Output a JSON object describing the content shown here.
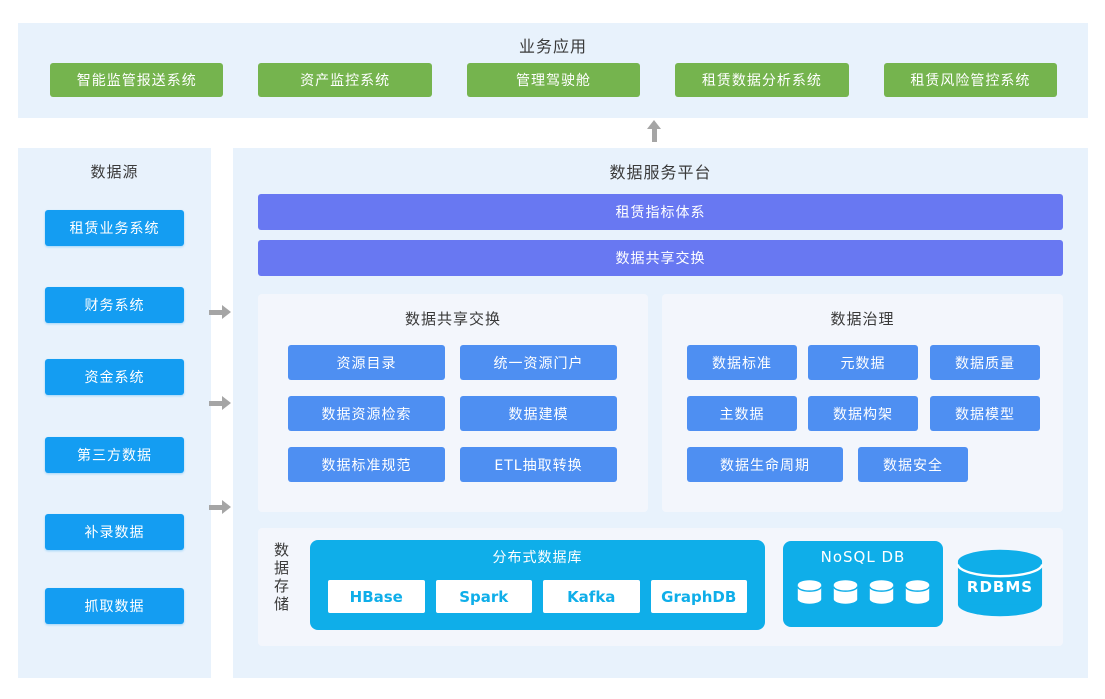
{
  "top_panel": {
    "title": "业务应用",
    "apps": [
      "智能监管报送系统",
      "资产监控系统",
      "管理驾驶舱",
      "租赁数据分析系统",
      "租赁风险管控系统"
    ]
  },
  "datasources": {
    "title": "数据源",
    "items": [
      "租赁业务系统",
      "财务系统",
      "资金系统",
      "第三方数据",
      "补录数据",
      "抓取数据"
    ]
  },
  "platform": {
    "title": "数据服务平台",
    "bars": [
      "租赁指标体系",
      "数据共享交换"
    ],
    "sharing": {
      "title": "数据共享交换",
      "items": [
        "资源目录",
        "统一资源门户",
        "数据资源检索",
        "数据建模",
        "数据标准规范",
        "ETL抽取转换"
      ]
    },
    "governance": {
      "title": "数据治理",
      "items": [
        "数据标准",
        "元数据",
        "数据质量",
        "主数据",
        "数据构架",
        "数据模型",
        "数据生命周期",
        "数据安全"
      ]
    },
    "storage": {
      "title": "数据存储",
      "distributed": {
        "title": "分布式数据库",
        "items": [
          "HBase",
          "Spark",
          "Kafka",
          "GraphDB"
        ]
      },
      "nosql": {
        "title": "NoSQL DB"
      },
      "rdbms": {
        "label": "RDBMS"
      }
    }
  },
  "icons": {
    "up_arrow": "up-arrow",
    "right_arrow": "right-arrow",
    "database_cylinder": "database-cylinder"
  },
  "colors": {
    "app_green": "#75B44E",
    "source_azure": "#149DF2",
    "module_blue": "#4E8FF2",
    "bar_purple": "#6878F2",
    "storage_cyan": "#0FAEE9",
    "panel_bg": "#E8F2FC",
    "subpanel_bg": "#F3F6FC",
    "arrow_gray": "#A5A5A5",
    "title_text": "#3A3A3A"
  }
}
